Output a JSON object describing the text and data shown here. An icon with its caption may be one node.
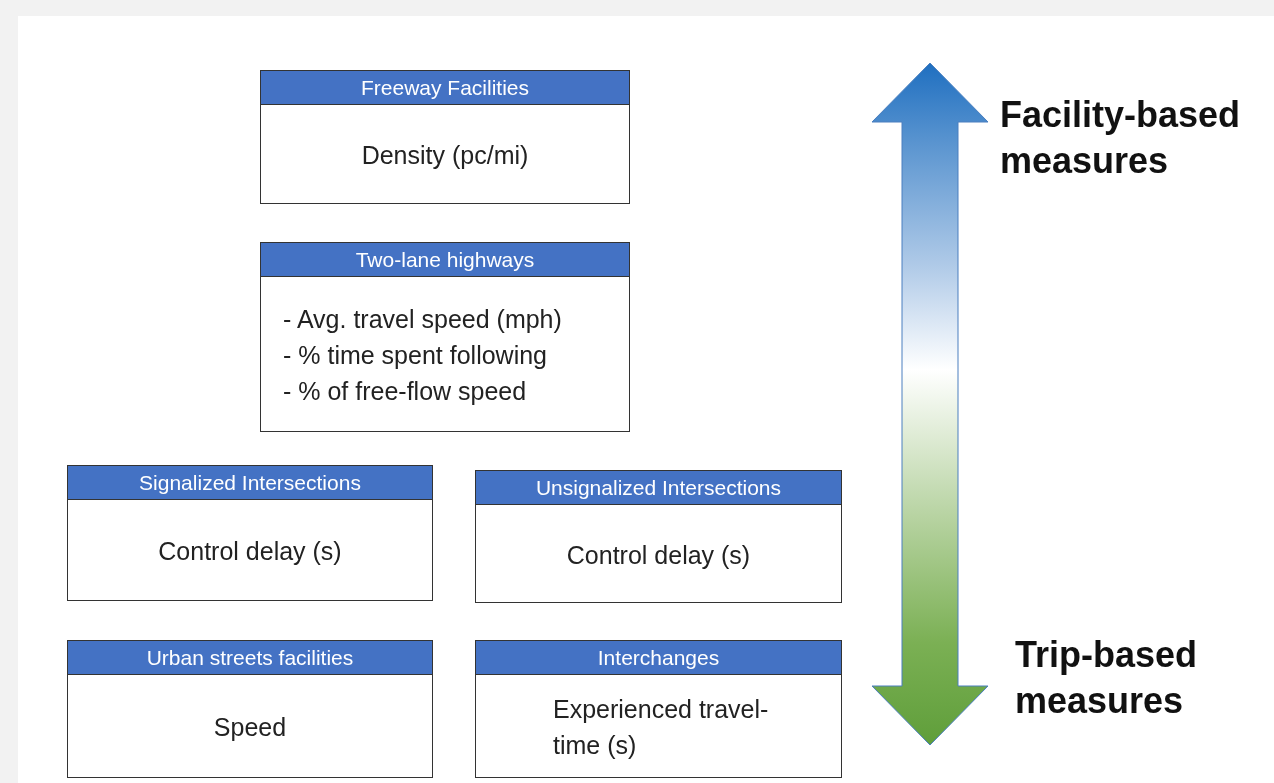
{
  "diagram": {
    "nodes": [
      {
        "text": [
          "Freeway Facilities",
          "Density (pc/mi)"
        ]
      },
      {
        "text": [
          "Two-lane highways",
          "- Avg. travel speed (mph)",
          "- % time spent following",
          "- % of free-flow speed"
        ]
      },
      {
        "text": [
          "Signalized Intersections",
          "Control delay (s)"
        ]
      },
      {
        "text": [
          "Unsignalized Intersections",
          "Control delay (s)"
        ]
      },
      {
        "text": [
          "Urban streets facilities",
          "Speed"
        ]
      },
      {
        "text": [
          "Interchanges",
          "Experienced travel-time (s)"
        ]
      }
    ],
    "labels": [
      "Facility-based measures",
      "Trip-based measures"
    ]
  }
}
